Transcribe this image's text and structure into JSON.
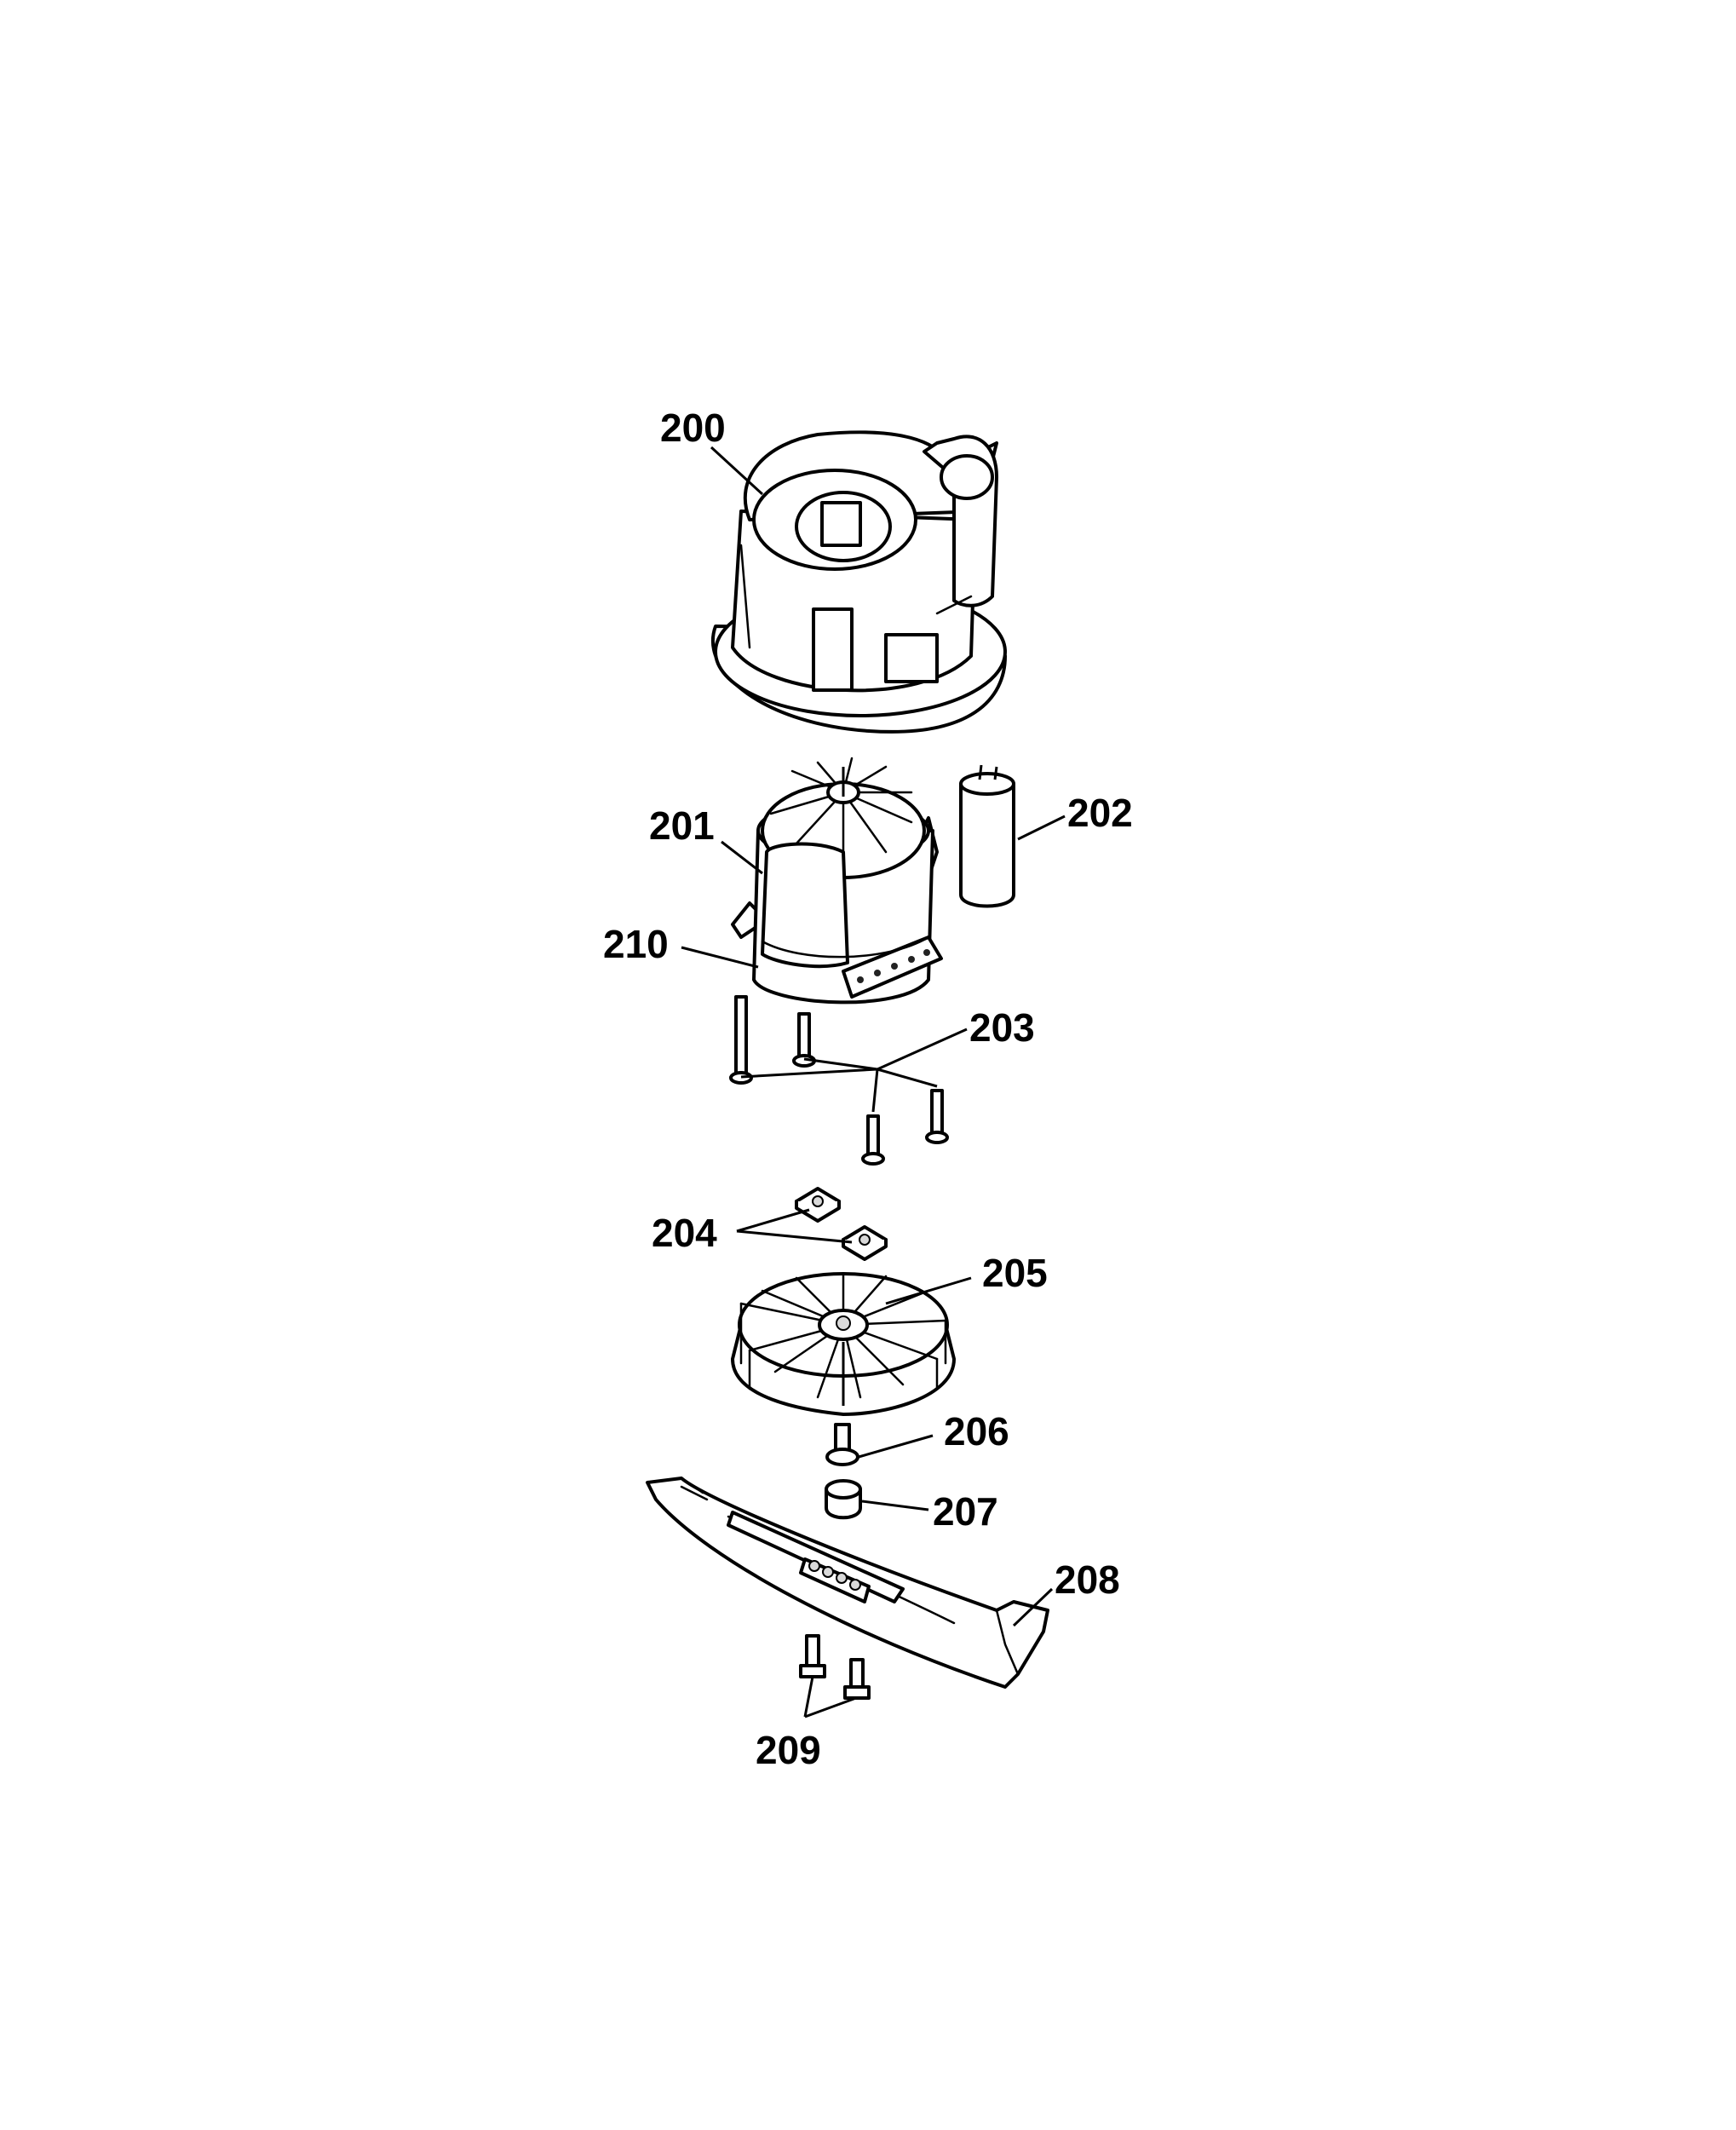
{
  "parts": [
    {
      "id": "p200",
      "label": "200",
      "icon": "motor-housing-icon"
    },
    {
      "id": "p201",
      "label": "201",
      "icon": "motor-icon"
    },
    {
      "id": "p202",
      "label": "202",
      "icon": "capacitor-icon"
    },
    {
      "id": "p203",
      "label": "203",
      "icon": "screw-icon"
    },
    {
      "id": "p204",
      "label": "204",
      "icon": "square-nut-icon"
    },
    {
      "id": "p205",
      "label": "205",
      "icon": "fan-icon"
    },
    {
      "id": "p206",
      "label": "206",
      "icon": "bolt-icon"
    },
    {
      "id": "p207",
      "label": "207",
      "icon": "spacer-icon"
    },
    {
      "id": "p208",
      "label": "208",
      "icon": "blade-icon"
    },
    {
      "id": "p209",
      "label": "209",
      "icon": "screw-icon"
    },
    {
      "id": "p210",
      "label": "210",
      "icon": "bracket-icon"
    }
  ]
}
